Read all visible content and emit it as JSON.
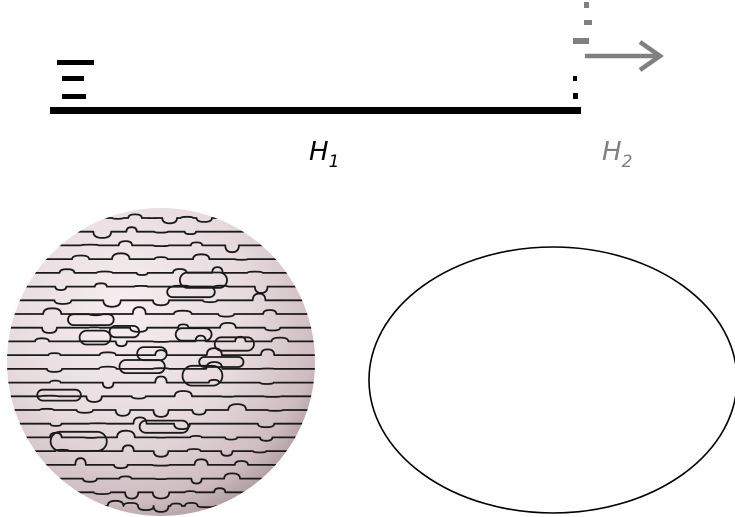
{
  "labels": {
    "h1": {
      "main": "H",
      "sub": "1"
    },
    "h2": {
      "main": "H",
      "sub": "2"
    }
  },
  "colors": {
    "primary": "#000000",
    "secondary": "#808080",
    "sphere_light": "#f6eef0",
    "sphere_mid": "#d9c8cc",
    "sphere_dark": "#9d8a8f",
    "curve": "#1a1a1a"
  },
  "arrow_icon": "right-arrow-icon"
}
